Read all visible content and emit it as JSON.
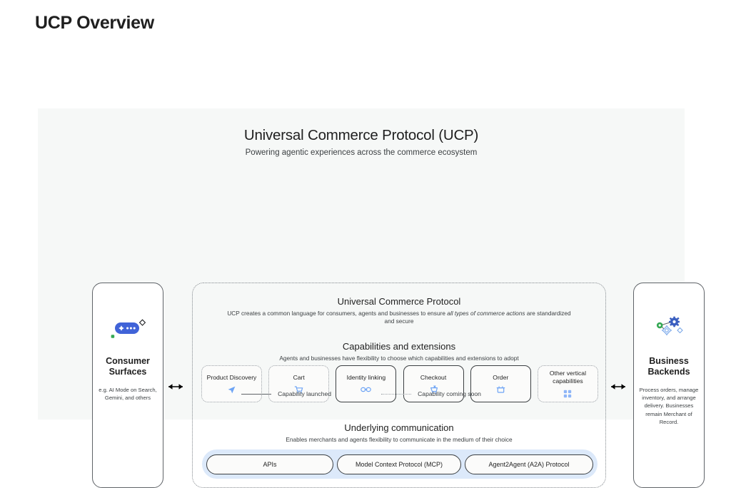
{
  "page": {
    "title": "UCP Overview"
  },
  "diagram": {
    "heading": "Universal Commerce Protocol (UCP)",
    "subheading": "Powering agentic experiences across the commerce ecosystem"
  },
  "left_panel": {
    "icon": "ai-chat-pill-icon",
    "title": "Consumer\nSurfaces",
    "title_line1": "Consumer",
    "title_line2": "Surfaces",
    "description": "e.g. AI Mode on Search, Gemini, and others"
  },
  "right_panel": {
    "icon": "gear-network-icon",
    "title_line1": "Business",
    "title_line2": "Backends",
    "description": "Process orders, manage inventory, and arrange delivery. Businesses remain Merchant of Record."
  },
  "arrows": {
    "left": "↔",
    "right": "↔"
  },
  "core": {
    "protocol": {
      "title": "Universal Commerce Protocol",
      "sub_pre": "UCP creates a common language for consumers, agents and businesses to ensure ",
      "sub_em": "all types of commerce actions",
      "sub_post": " are standardized and secure"
    },
    "capabilities": {
      "title": "Capabilities and extensions",
      "subtitle": "Agents and businesses have flexibility to choose which capabilities and extensions to adopt",
      "cards": [
        {
          "label": "Product Discovery",
          "status": "soon",
          "icon": "send-navigate-icon"
        },
        {
          "label": "Cart",
          "status": "soon",
          "icon": "shopping-cart-icon"
        },
        {
          "label": "Identity linking",
          "status": "launched",
          "icon": "link-chain-icon"
        },
        {
          "label": "Checkout",
          "status": "launched",
          "icon": "checkout-cart-icon"
        },
        {
          "label": "Order",
          "status": "launched",
          "icon": "order-box-icon"
        },
        {
          "label": "Other vertical capabilities",
          "status": "soon",
          "icon": "grid-squares-icon"
        }
      ]
    },
    "communication": {
      "title": "Underlying communication",
      "subtitle": "Enables merchants and agents flexibility to communicate in the medium of their choice",
      "pills": [
        "APIs",
        "Model Context Protocol (MCP)",
        "Agent2Agent (A2A) Protocol"
      ]
    }
  },
  "legend": [
    {
      "style": "solid",
      "label": "Capability launched"
    },
    {
      "style": "dotted",
      "label": "Capability coming soon"
    }
  ],
  "colors": {
    "panel_background": "#f6f8f7",
    "accent_blue": "#4285f4",
    "accent_light_blue": "#a8c7fa",
    "comm_band": "#dce9fa",
    "accent_green": "#34a853",
    "border_dark": "#3c4043",
    "border_dotted": "#9aa0a6",
    "text_primary": "#1f1f1f",
    "text_secondary": "#3c4043"
  }
}
